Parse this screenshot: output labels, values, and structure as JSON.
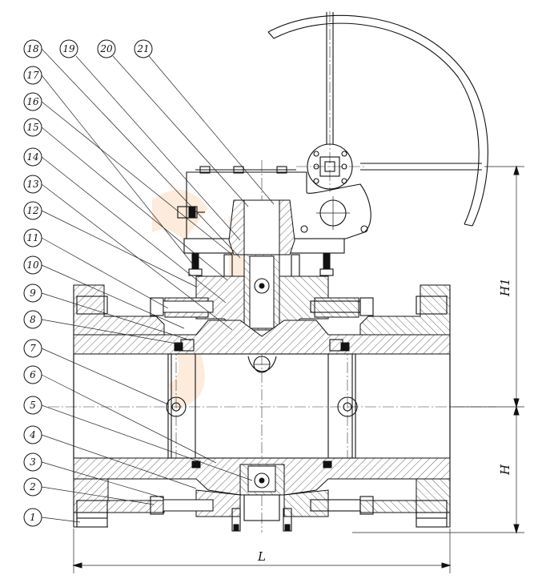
{
  "callouts": [
    "1",
    "2",
    "3",
    "4",
    "5",
    "6",
    "7",
    "8",
    "9",
    "10",
    "11",
    "12",
    "13",
    "14",
    "15",
    "16",
    "17",
    "18",
    "19",
    "20",
    "21"
  ],
  "dimensions": {
    "overall_length": "L",
    "lower_height": "H",
    "upper_height": "H1"
  }
}
